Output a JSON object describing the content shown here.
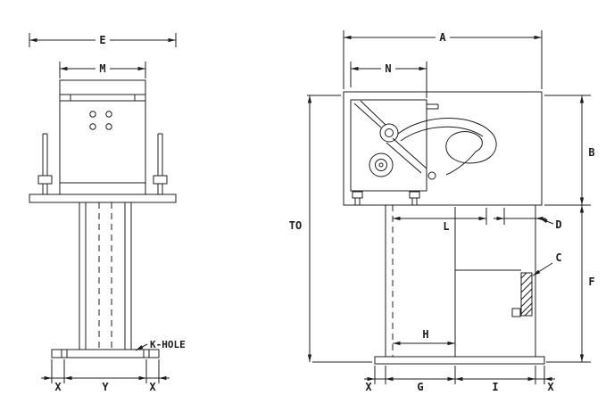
{
  "drawing": {
    "background": "#ffffff",
    "ink": "#1c1c1c",
    "views": {
      "front": {
        "labels": {
          "E": "E",
          "M": "M",
          "k_hole": "K-HOLE",
          "X_left": "X",
          "Y": "Y",
          "X_right": "X"
        }
      },
      "side": {
        "labels": {
          "A": "A",
          "N": "N",
          "B": "B",
          "TO": "TO",
          "L": "L",
          "D": "D",
          "C": "C",
          "F": "F",
          "H": "H",
          "X_left": "X",
          "G": "G",
          "I": "I",
          "X_right": "X"
        }
      }
    }
  }
}
